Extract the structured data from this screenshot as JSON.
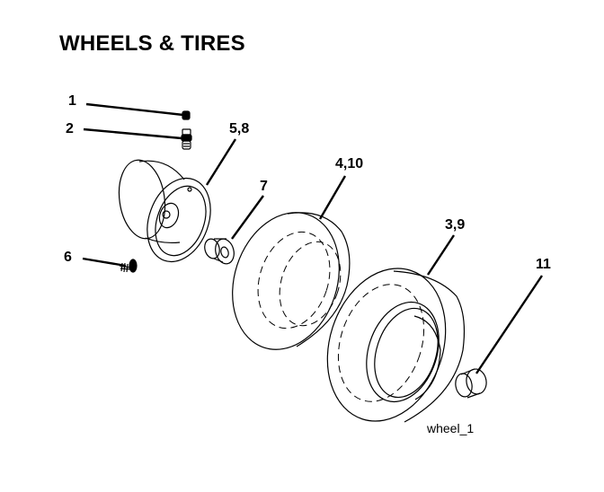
{
  "title": "WHEELS & TIRES",
  "callouts": {
    "c1": "1",
    "c2": "2",
    "c5_8": "5,8",
    "c4_10": "4,10",
    "c7": "7",
    "c3_9": "3,9",
    "c6": "6",
    "c11": "11"
  },
  "caption": "wheel_1"
}
